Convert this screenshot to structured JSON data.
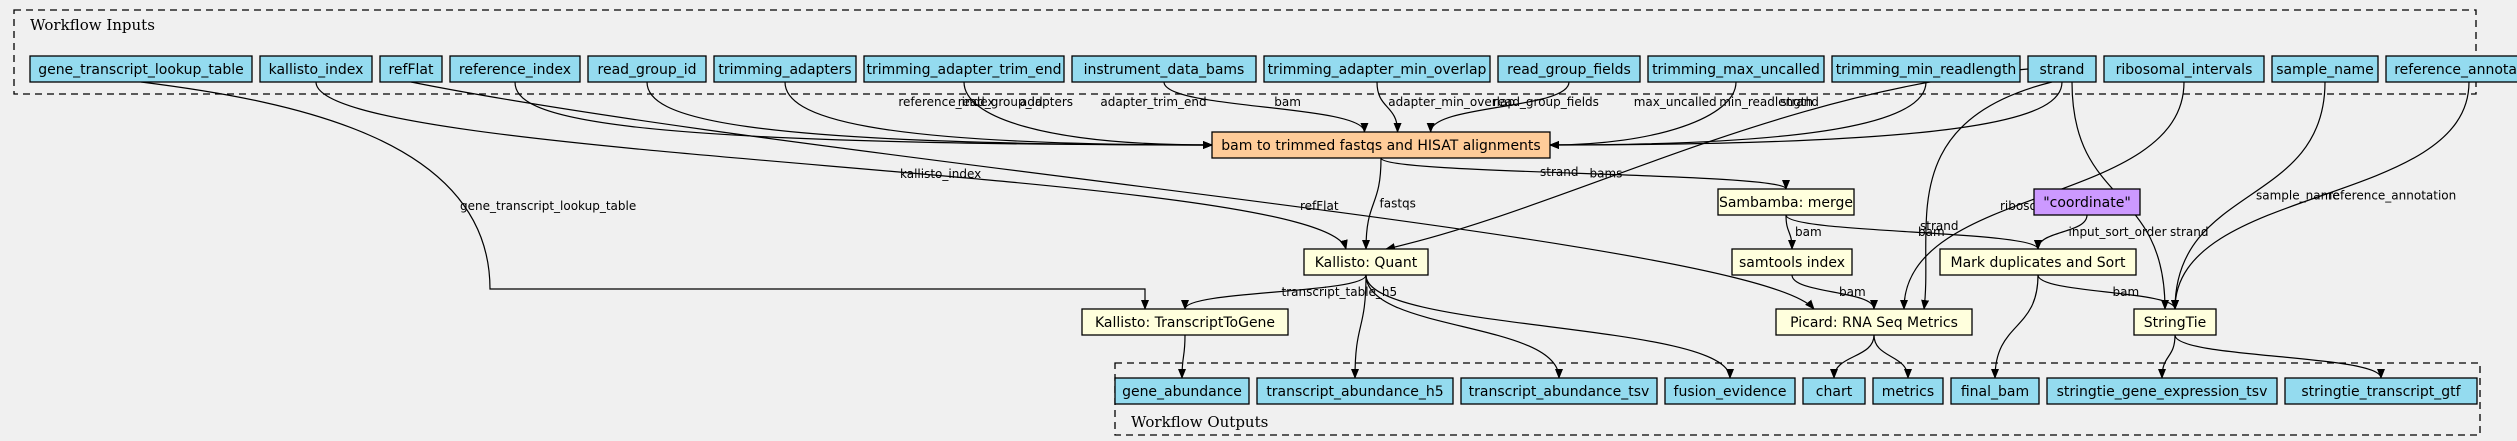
{
  "diagram": {
    "colors": {
      "input": "#94dbef",
      "step": "#ffffdd",
      "main_step": "#ffcc99",
      "literal": "#cc99ff",
      "background": "#f0f0f0"
    },
    "clusters": [
      {
        "id": "inputs",
        "label": "Workflow Inputs"
      },
      {
        "id": "outputs",
        "label": "Workflow Outputs"
      }
    ],
    "nodes": [
      {
        "id": "gene_transcript_lookup_table",
        "label": "gene_transcript_lookup_table",
        "kind": "input"
      },
      {
        "id": "kallisto_index",
        "label": "kallisto_index",
        "kind": "input"
      },
      {
        "id": "refFlat",
        "label": "refFlat",
        "kind": "input"
      },
      {
        "id": "reference_index",
        "label": "reference_index",
        "kind": "input"
      },
      {
        "id": "read_group_id",
        "label": "read_group_id",
        "kind": "input"
      },
      {
        "id": "trimming_adapters",
        "label": "trimming_adapters",
        "kind": "input"
      },
      {
        "id": "trimming_adapter_trim_end",
        "label": "trimming_adapter_trim_end",
        "kind": "input"
      },
      {
        "id": "instrument_data_bams",
        "label": "instrument_data_bams",
        "kind": "input"
      },
      {
        "id": "trimming_adapter_min_overlap",
        "label": "trimming_adapter_min_overlap",
        "kind": "input"
      },
      {
        "id": "read_group_fields",
        "label": "read_group_fields",
        "kind": "input"
      },
      {
        "id": "trimming_max_uncalled",
        "label": "trimming_max_uncalled",
        "kind": "input"
      },
      {
        "id": "trimming_min_readlength",
        "label": "trimming_min_readlength",
        "kind": "input"
      },
      {
        "id": "strand",
        "label": "strand",
        "kind": "input"
      },
      {
        "id": "ribosomal_intervals",
        "label": "ribosomal_intervals",
        "kind": "input"
      },
      {
        "id": "sample_name",
        "label": "sample_name",
        "kind": "input"
      },
      {
        "id": "reference_annotation",
        "label": "reference_annotation",
        "kind": "input"
      },
      {
        "id": "bam_to_trimmed",
        "label": "bam to trimmed fastqs and HISAT alignments",
        "kind": "main_step"
      },
      {
        "id": "sambamba_merge",
        "label": "Sambamba: merge",
        "kind": "step"
      },
      {
        "id": "coordinate",
        "label": "\"coordinate\"",
        "kind": "literal"
      },
      {
        "id": "kallisto_quant",
        "label": "Kallisto: Quant",
        "kind": "step"
      },
      {
        "id": "samtools_index",
        "label": "samtools index",
        "kind": "step"
      },
      {
        "id": "mark_dup",
        "label": "Mark duplicates and Sort",
        "kind": "step"
      },
      {
        "id": "kallisto_t2g",
        "label": "Kallisto: TranscriptToGene",
        "kind": "step"
      },
      {
        "id": "picard_rna",
        "label": "Picard: RNA Seq Metrics",
        "kind": "step"
      },
      {
        "id": "stringtie",
        "label": "StringTie",
        "kind": "step"
      },
      {
        "id": "gene_abundance",
        "label": "gene_abundance",
        "kind": "input"
      },
      {
        "id": "transcript_abundance_h5",
        "label": "transcript_abundance_h5",
        "kind": "input"
      },
      {
        "id": "transcript_abundance_tsv",
        "label": "transcript_abundance_tsv",
        "kind": "input"
      },
      {
        "id": "fusion_evidence",
        "label": "fusion_evidence",
        "kind": "input"
      },
      {
        "id": "chart",
        "label": "chart",
        "kind": "input"
      },
      {
        "id": "metrics",
        "label": "metrics",
        "kind": "input"
      },
      {
        "id": "final_bam",
        "label": "final_bam",
        "kind": "input"
      },
      {
        "id": "stringtie_gene_expression_tsv",
        "label": "stringtie_gene_expression_tsv",
        "kind": "input"
      },
      {
        "id": "stringtie_transcript_gtf",
        "label": "stringtie_transcript_gtf",
        "kind": "input"
      }
    ],
    "edges": [
      {
        "from": "reference_index",
        "to": "bam_to_trimmed",
        "label": "reference_index"
      },
      {
        "from": "read_group_id",
        "to": "bam_to_trimmed",
        "label": "read_group_id"
      },
      {
        "from": "trimming_adapters",
        "to": "bam_to_trimmed",
        "label": "adapters"
      },
      {
        "from": "trimming_adapter_trim_end",
        "to": "bam_to_trimmed",
        "label": "adapter_trim_end"
      },
      {
        "from": "instrument_data_bams",
        "to": "bam_to_trimmed",
        "label": "bam"
      },
      {
        "from": "trimming_adapter_min_overlap",
        "to": "bam_to_trimmed",
        "label": "adapter_min_overlap"
      },
      {
        "from": "read_group_fields",
        "to": "bam_to_trimmed",
        "label": "read_group_fields"
      },
      {
        "from": "trimming_max_uncalled",
        "to": "bam_to_trimmed",
        "label": "max_uncalled"
      },
      {
        "from": "trimming_min_readlength",
        "to": "bam_to_trimmed",
        "label": "min_readlength"
      },
      {
        "from": "strand",
        "to": "bam_to_trimmed",
        "label": "strand"
      },
      {
        "from": "bam_to_trimmed",
        "to": "sambamba_merge",
        "label": "bams"
      },
      {
        "from": "bam_to_trimmed",
        "to": "kallisto_quant",
        "label": "fastqs"
      },
      {
        "from": "strand",
        "to": "kallisto_quant",
        "label": "strand"
      },
      {
        "from": "kallisto_index",
        "to": "kallisto_quant",
        "label": "kallisto_index"
      },
      {
        "from": "gene_transcript_lookup_table",
        "to": "kallisto_t2g",
        "label": "gene_transcript_lookup_table"
      },
      {
        "from": "kallisto_quant",
        "to": "kallisto_t2g",
        "label": "transcript_table_h5"
      },
      {
        "from": "refFlat",
        "to": "picard_rna",
        "label": "refFlat"
      },
      {
        "from": "ribosomal_intervals",
        "to": "picard_rna",
        "label": "ribosomal_intervals"
      },
      {
        "from": "strand",
        "to": "picard_rna",
        "label": "strand"
      },
      {
        "from": "strand",
        "to": "stringtie",
        "label": "strand"
      },
      {
        "from": "sample_name",
        "to": "stringtie",
        "label": "sample_name"
      },
      {
        "from": "reference_annotation",
        "to": "stringtie",
        "label": "reference_annotation"
      },
      {
        "from": "sambamba_merge",
        "to": "samtools_index",
        "label": "bam"
      },
      {
        "from": "sambamba_merge",
        "to": "mark_dup",
        "label": "bam"
      },
      {
        "from": "coordinate",
        "to": "mark_dup",
        "label": "input_sort_order"
      },
      {
        "from": "samtools_index",
        "to": "picard_rna",
        "label": "bam"
      },
      {
        "from": "mark_dup",
        "to": "stringtie",
        "label": "bam"
      },
      {
        "from": "mark_dup",
        "to": "final_bam",
        "label": ""
      },
      {
        "from": "kallisto_t2g",
        "to": "gene_abundance",
        "label": ""
      },
      {
        "from": "kallisto_quant",
        "to": "transcript_abundance_h5",
        "label": ""
      },
      {
        "from": "kallisto_quant",
        "to": "transcript_abundance_tsv",
        "label": ""
      },
      {
        "from": "kallisto_quant",
        "to": "fusion_evidence",
        "label": ""
      },
      {
        "from": "picard_rna",
        "to": "chart",
        "label": ""
      },
      {
        "from": "picard_rna",
        "to": "metrics",
        "label": ""
      },
      {
        "from": "stringtie",
        "to": "stringtie_gene_expression_tsv",
        "label": ""
      },
      {
        "from": "stringtie",
        "to": "stringtie_transcript_gtf",
        "label": ""
      }
    ]
  }
}
